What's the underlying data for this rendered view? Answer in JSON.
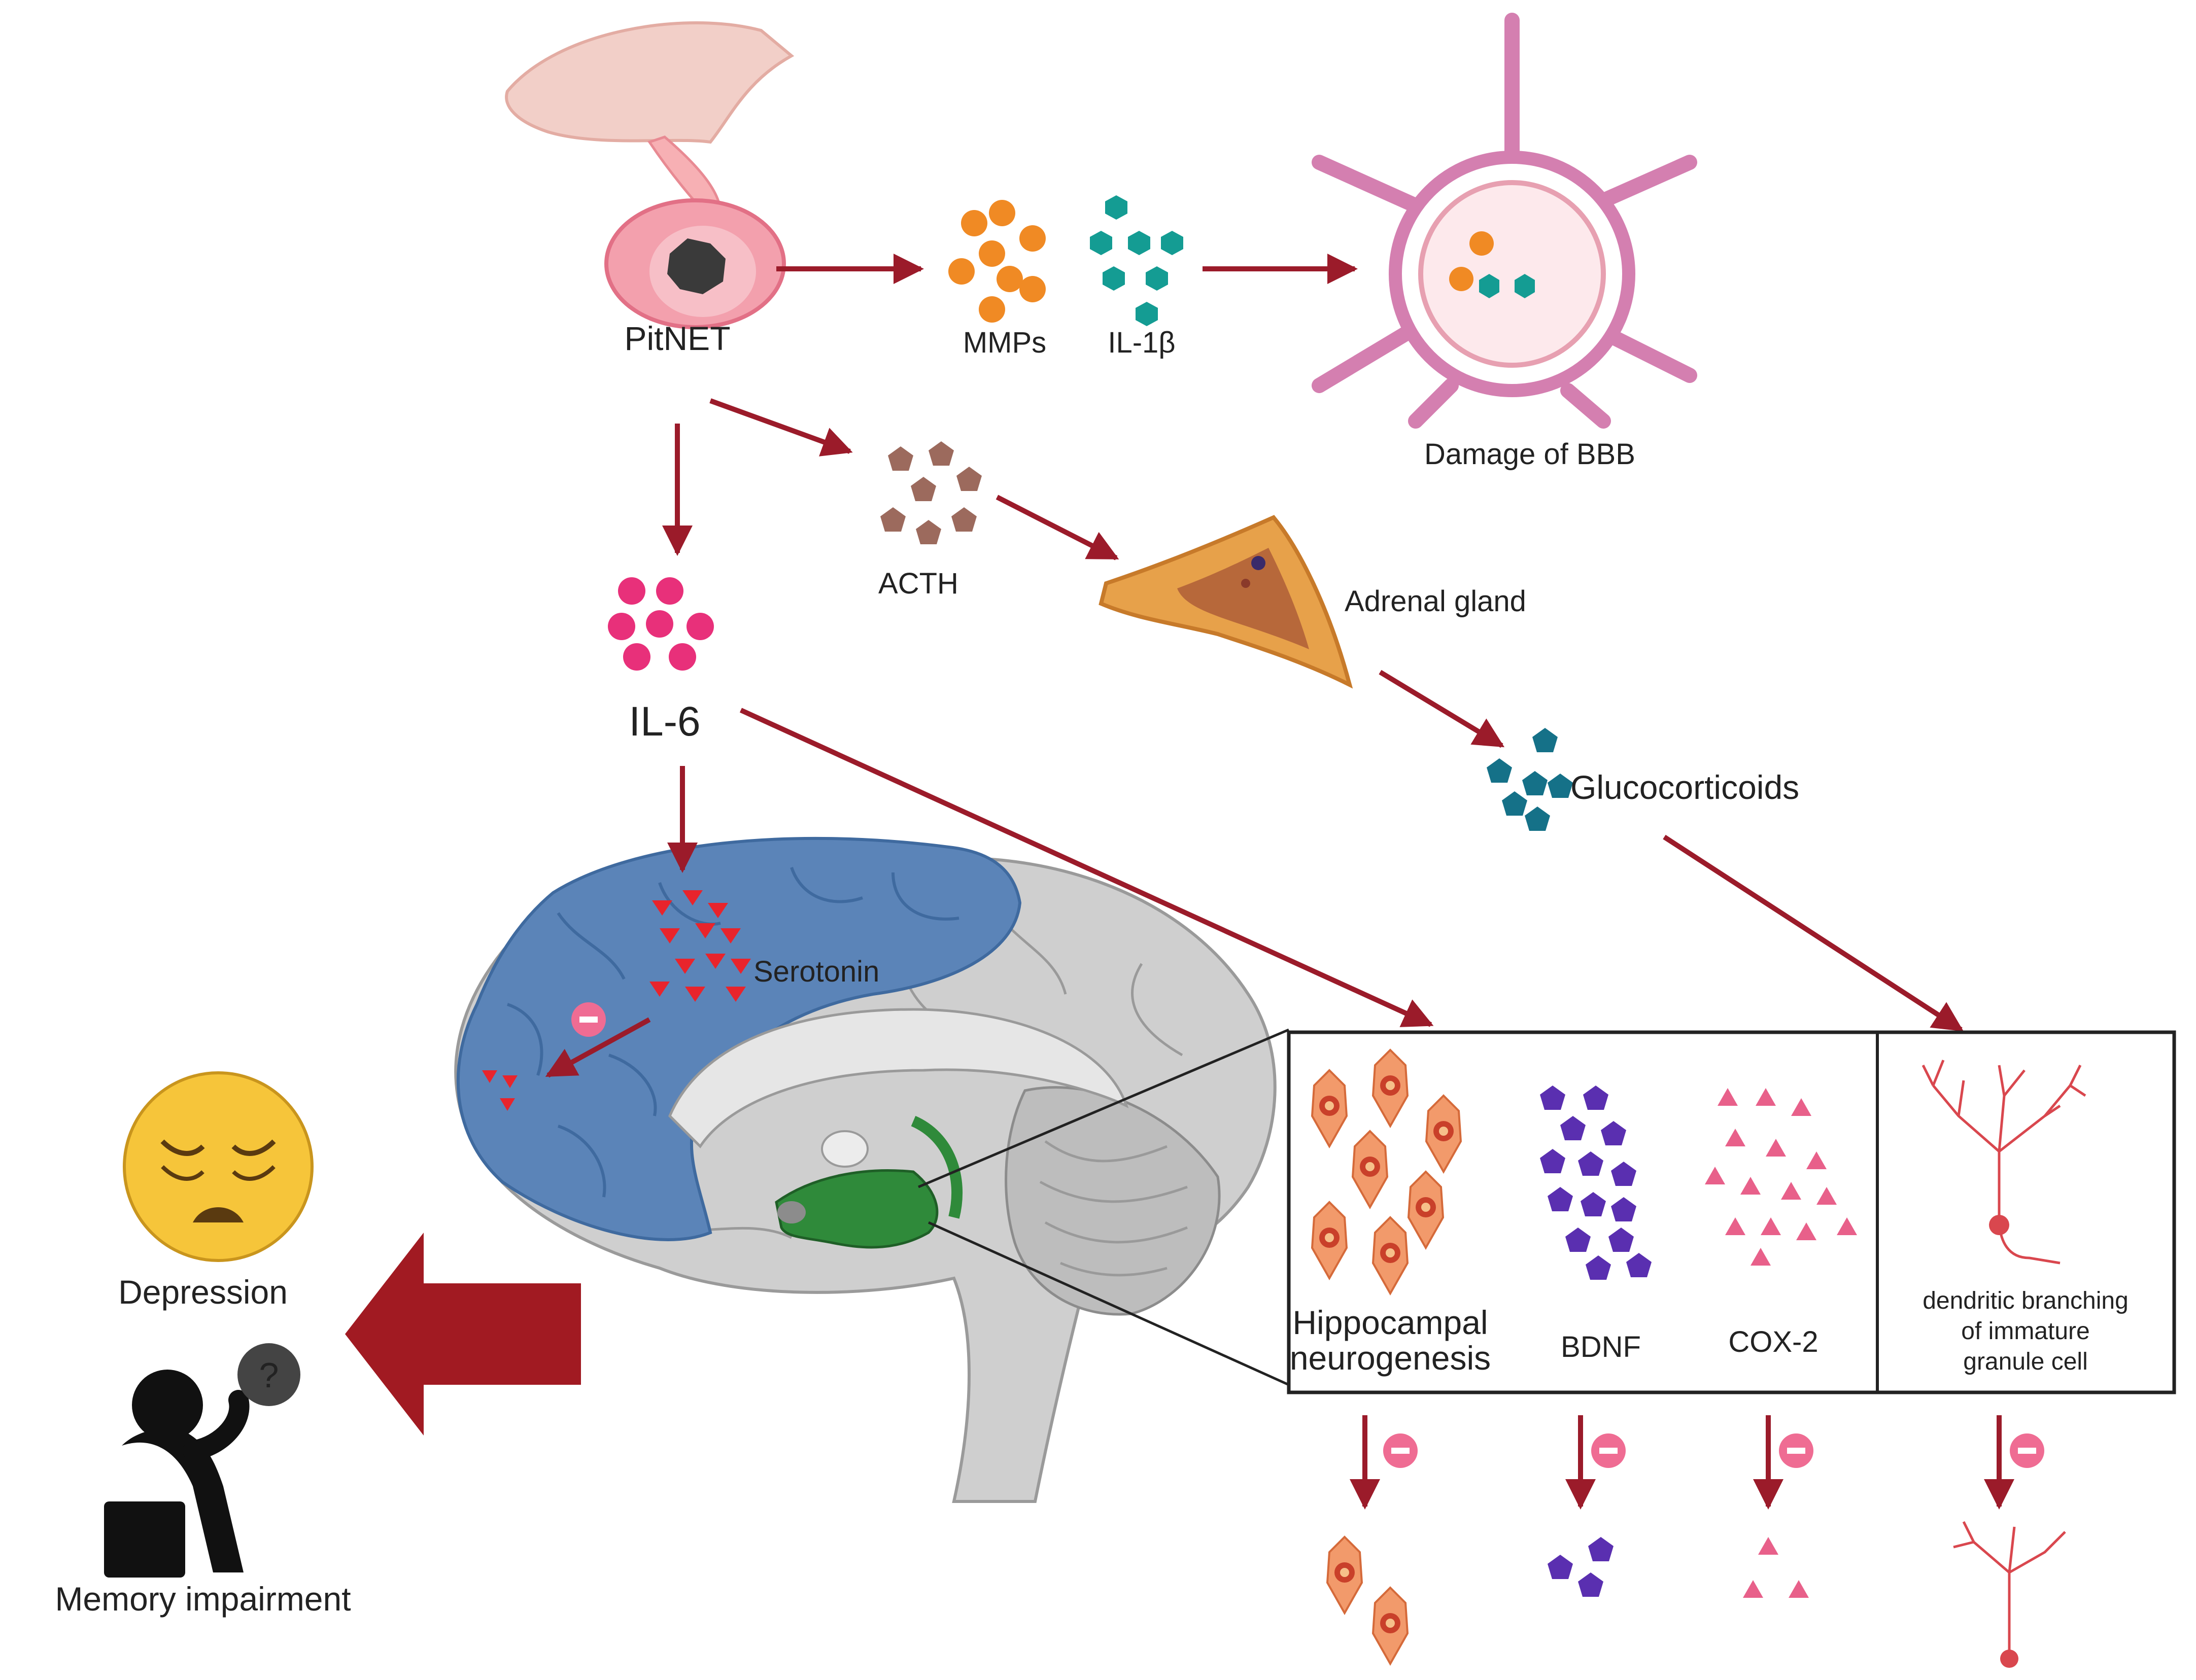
{
  "labels": {
    "pitnet": "PitNET",
    "mmps": "MMPs",
    "il1b": "IL-1β",
    "bbb": "Damage of BBB",
    "acth": "ACTH",
    "adrenal": "Adrenal gland",
    "il6": "IL-6",
    "glucocorticoids": "Glucocorticoids",
    "serotonin": "Serotonin",
    "depression": "Depression",
    "memory": "Memory impairment",
    "hippocampal_1": "Hippocampal",
    "hippocampal_2": "neurogenesis",
    "bdnf": "BDNF",
    "cox2": "COX-2",
    "dendritic_1": "dendritic branching",
    "dendritic_2": "of immature",
    "dendritic_3": "granule cell",
    "question_mark": "?"
  },
  "colors": {
    "arrow": "#9b1b2a",
    "big_arrow": "#a11a22",
    "mmps": "#f08a24",
    "il1b": "#149c93",
    "acth": "#9c6a5d",
    "il6": "#e8307a",
    "glucocorticoids": "#157188",
    "serotonin": "#e8242c",
    "cortex_blue": "#5b84b8",
    "brain_gray": "#c9c9c9",
    "hippocampus_green": "#2f8a3a",
    "neuron_orange": "#f29a6b",
    "bdnf_purple": "#5a2fb0",
    "cox2_pink": "#e8608a",
    "inhibit_pink": "#ef6c93",
    "bbb_pink": "#d47fb0",
    "adrenal_orange": "#e7a14a",
    "emoji_yellow": "#f6c53a"
  },
  "icons": [
    "pituitary-tumor-icon",
    "blood-vessel-icon",
    "adrenal-gland-icon",
    "brain-icon",
    "sad-face-icon",
    "thinking-person-icon",
    "neuron-icon",
    "inhibition-icon"
  ]
}
